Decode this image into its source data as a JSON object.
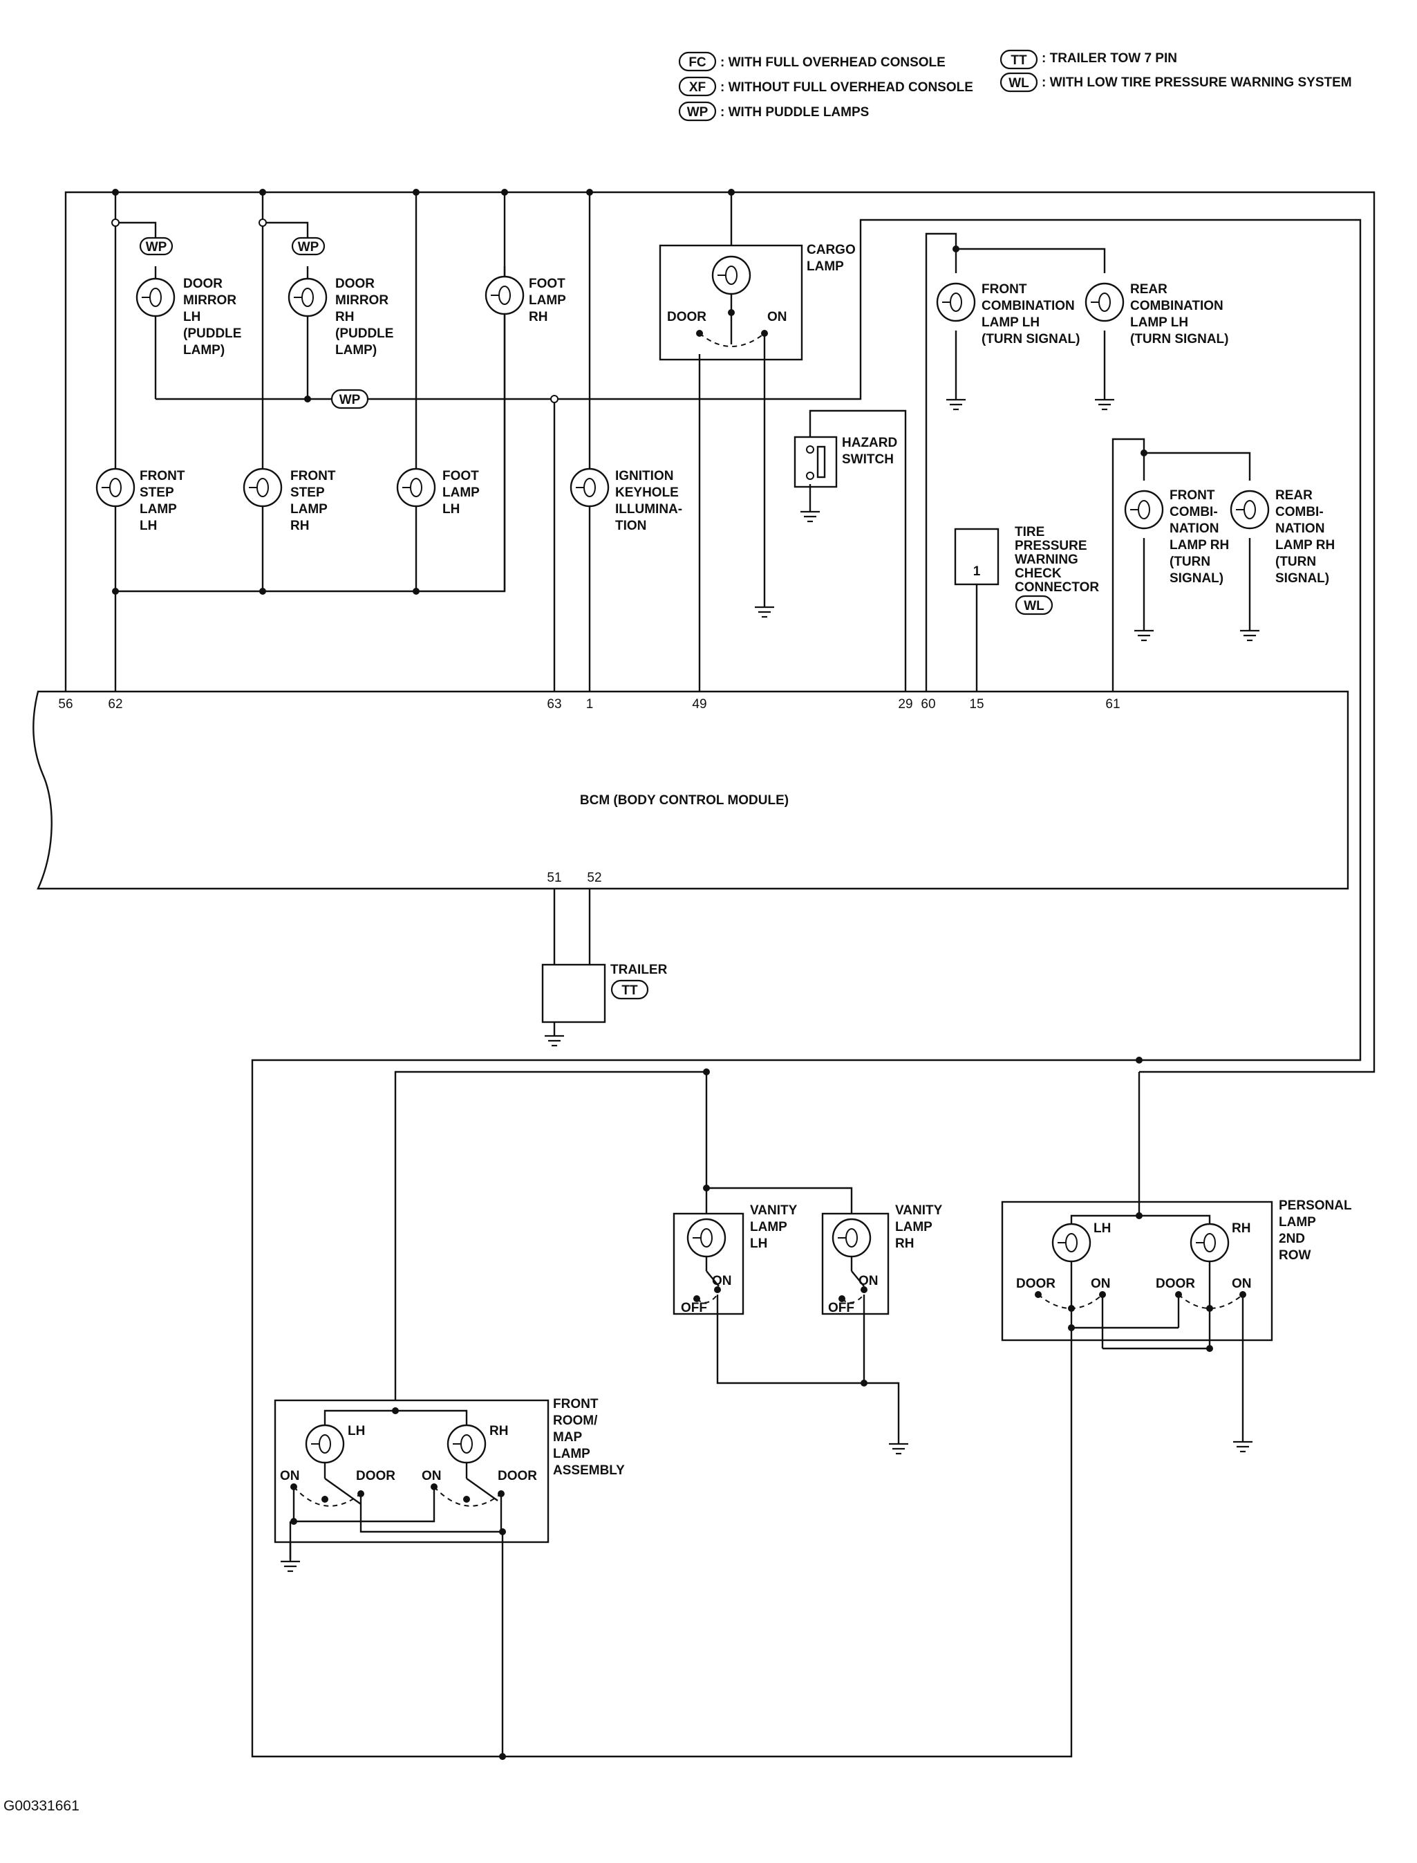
{
  "legend": [
    {
      "code": "FC",
      "text": ": WITH FULL OVERHEAD CONSOLE"
    },
    {
      "code": "XF",
      "text": ": WITHOUT FULL OVERHEAD CONSOLE"
    },
    {
      "code": "WP",
      "text": ": WITH PUDDLE LAMPS"
    },
    {
      "code": "TT",
      "text": ": TRAILER TOW 7 PIN"
    },
    {
      "code": "WL",
      "text": ": WITH LOW TIRE PRESSURE WARNING SYSTEM"
    }
  ],
  "tags": {
    "wp": "WP",
    "wl": "WL",
    "tt": "TT"
  },
  "components": {
    "door_mirror_lh": [
      "DOOR",
      "MIRROR",
      "LH",
      "(PUDDLE",
      "LAMP)"
    ],
    "door_mirror_rh": [
      "DOOR",
      "MIRROR",
      "RH",
      "(PUDDLE",
      "LAMP)"
    ],
    "foot_lamp_rh": [
      "FOOT",
      "LAMP",
      "RH"
    ],
    "foot_lamp_lh": [
      "FOOT",
      "LAMP",
      "LH"
    ],
    "front_step_lh": [
      "FRONT",
      "STEP",
      "LAMP",
      "LH"
    ],
    "front_step_rh": [
      "FRONT",
      "STEP",
      "LAMP",
      "RH"
    ],
    "ignition_keyhole": [
      "IGNITION",
      "KEYHOLE",
      "ILLUMINA-",
      "TION"
    ],
    "cargo_lamp": [
      "CARGO",
      "LAMP"
    ],
    "hazard_switch": [
      "HAZARD",
      "SWITCH"
    ],
    "front_combo_lh": [
      "FRONT",
      "COMBINATION",
      "LAMP LH",
      "(TURN SIGNAL)"
    ],
    "rear_combo_lh": [
      "REAR",
      "COMBINATION",
      "LAMP LH",
      "(TURN SIGNAL)"
    ],
    "tire_pressure": [
      "TIRE",
      "PRESSURE",
      "WARNING",
      "CHECK",
      "CONNECTOR"
    ],
    "tire_pin": "1",
    "front_combo_rh": [
      "FRONT",
      "COMBI-",
      "NATION",
      "LAMP RH",
      "(TURN",
      "SIGNAL)"
    ],
    "rear_combo_rh": [
      "REAR",
      "COMBI-",
      "NATION",
      "LAMP RH",
      "(TURN",
      "SIGNAL)"
    ],
    "trailer": "TRAILER",
    "vanity_lh": [
      "VANITY",
      "LAMP",
      "LH"
    ],
    "vanity_rh": [
      "VANITY",
      "LAMP",
      "RH"
    ],
    "personal_lamp": [
      "PERSONAL",
      "LAMP",
      "2ND",
      "ROW"
    ],
    "front_room_map": [
      "FRONT",
      "ROOM/",
      "MAP",
      "LAMP",
      "ASSEMBLY"
    ]
  },
  "switch_labels": {
    "door": "DOOR",
    "on": "ON",
    "off": "OFF",
    "lh": "LH",
    "rh": "RH"
  },
  "bcm": {
    "title": "BCM (BODY CONTROL MODULE)",
    "top_pins": [
      "56",
      "62",
      "63",
      "1",
      "49",
      "29",
      "60",
      "15",
      "61"
    ],
    "bottom_pins": [
      "51",
      "52"
    ]
  },
  "figure_id": "G00331661"
}
